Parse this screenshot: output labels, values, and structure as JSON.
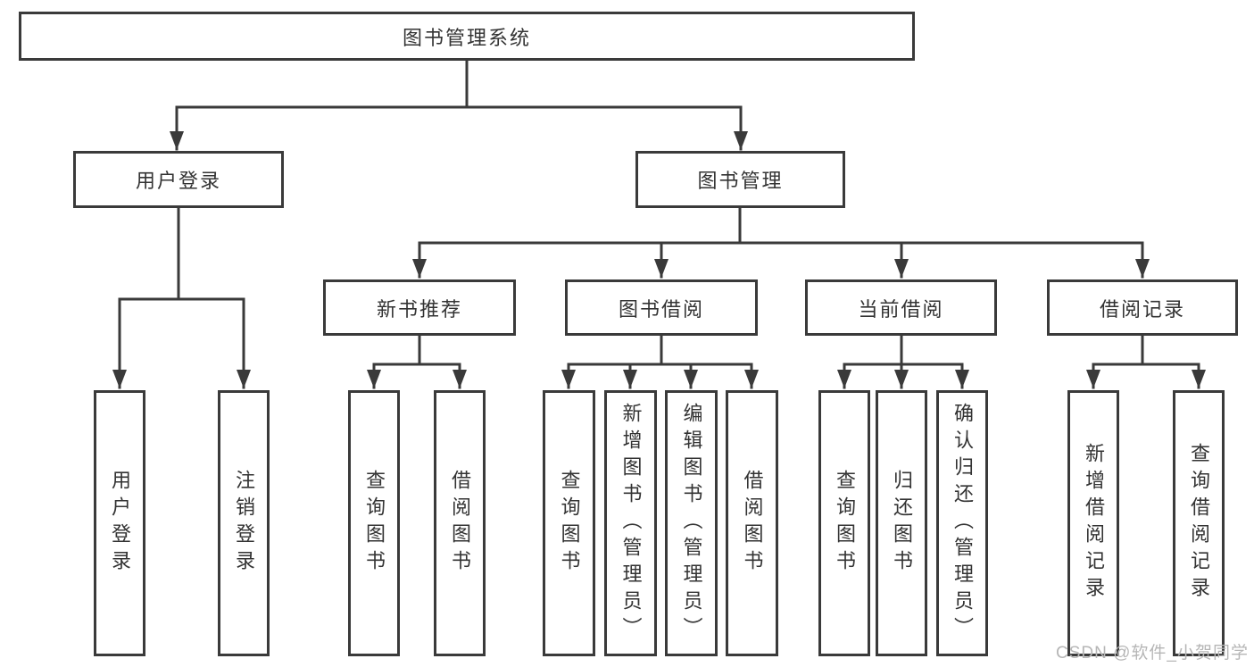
{
  "root": {
    "label": "图书管理系统"
  },
  "user_branch": {
    "label": "用户登录",
    "children": [
      {
        "label": "用户登录"
      },
      {
        "label": "注销登录"
      }
    ]
  },
  "management_branch": {
    "label": "图书管理",
    "groups": [
      {
        "label": "新书推荐",
        "children": [
          {
            "label": "查询图书"
          },
          {
            "label": "借阅图书"
          }
        ]
      },
      {
        "label": "图书借阅",
        "children": [
          {
            "label": "查询图书"
          },
          {
            "label": "新增图书（管理员）"
          },
          {
            "label": "编辑图书（管理员）"
          },
          {
            "label": "借阅图书"
          }
        ]
      },
      {
        "label": "当前借阅",
        "children": [
          {
            "label": "查询图书"
          },
          {
            "label": "归还图书"
          },
          {
            "label": "确认归还（管理员）"
          }
        ]
      },
      {
        "label": "借阅记录",
        "children": [
          {
            "label": "新增借阅记录"
          },
          {
            "label": "查询借阅记录"
          }
        ]
      }
    ]
  },
  "watermark": {
    "label": "CSDN @软件_小贺同学",
    "color": "#b6b6b6"
  },
  "colors": {
    "line": "#3a3a3a",
    "text": "#333333",
    "background": "#ffffff"
  }
}
